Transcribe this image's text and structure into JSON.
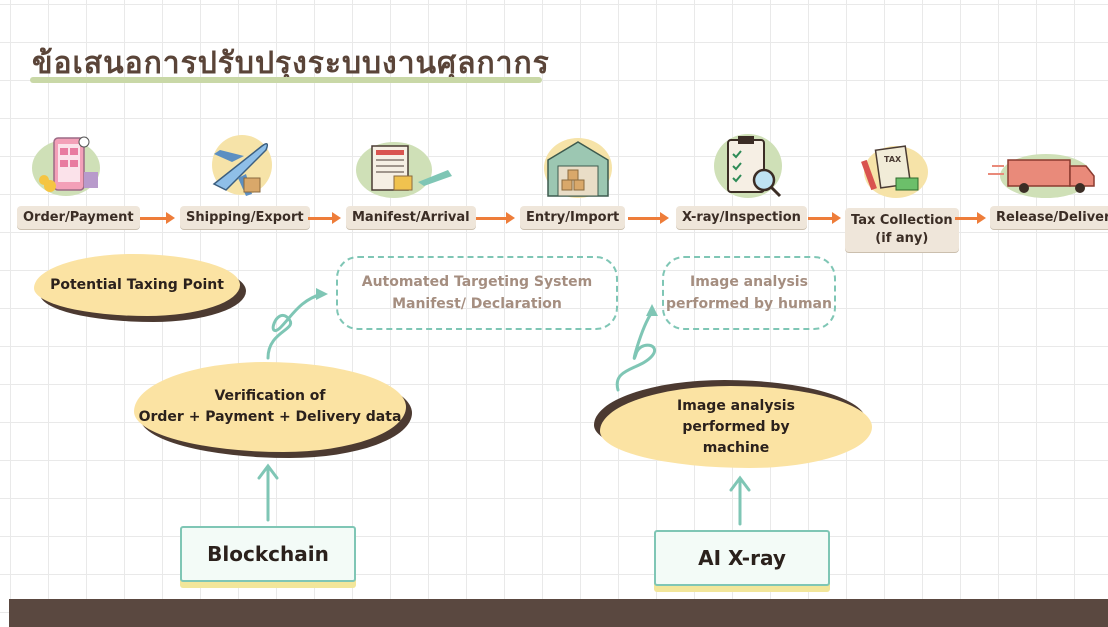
{
  "title": "ข้อเสนอการปรับปรุงระบบงานศุลกากร",
  "stages": [
    {
      "label": "Order/Payment",
      "icon": "shopping-phone-icon"
    },
    {
      "label": "Shipping/Export",
      "icon": "airplane-icon"
    },
    {
      "label": "Manifest/Arrival",
      "icon": "manifest-document-icon"
    },
    {
      "label": "Entry/Import",
      "icon": "warehouse-icon"
    },
    {
      "label": "X-ray/Inspection",
      "icon": "clipboard-magnifier-icon"
    },
    {
      "label": "Tax Collection",
      "sublabel": "(if any)",
      "icon": "tax-document-icon"
    },
    {
      "label": "Release/Delivery",
      "icon": "delivery-truck-icon"
    }
  ],
  "notes": {
    "taxing_point": "Potential Taxing Point",
    "ats_line1": "Automated Targeting System",
    "ats_line2": "Manifest/ Declaration",
    "human_line1": "Image analysis",
    "human_line2": "performed by human",
    "verification_line1": "Verification of",
    "verification_line2": "Order + Payment + Delivery data",
    "machine_line1": "Image analysis",
    "machine_line2": "performed by",
    "machine_line3": "machine"
  },
  "tech": {
    "blockchain": "Blockchain",
    "ai_xray": "AI X-ray"
  },
  "colors": {
    "accent_arrow": "#ee7d3a",
    "teal": "#7fc6b5",
    "blob_fill": "#fbe3a3",
    "dark_brown": "#4c3a31"
  }
}
